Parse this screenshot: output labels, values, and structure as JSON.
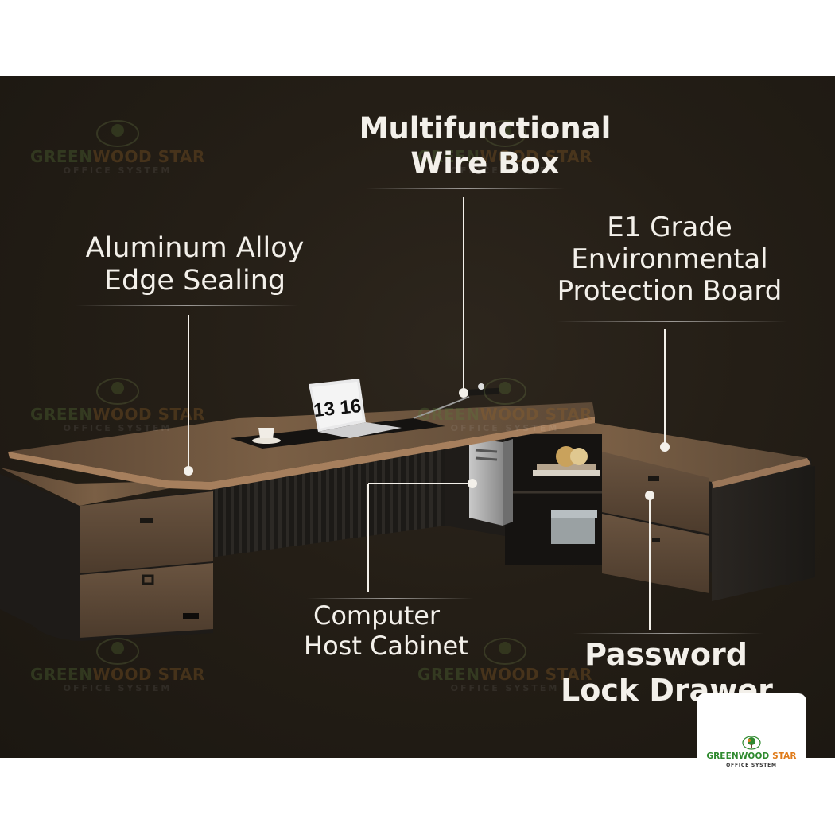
{
  "watermark": {
    "brand_green": "GREEN",
    "brand_rest": "WOOD STAR",
    "subtitle": "OFFICE SYSTEM",
    "tree_icon": "tree-icon"
  },
  "callouts": {
    "wire_box": {
      "line1": "Multifunctional",
      "line2": "Wire Box"
    },
    "edge": {
      "line1": "Aluminum Alloy",
      "line2": "Edge Sealing"
    },
    "board": {
      "line1": "E1 Grade",
      "line2": "Environmental",
      "line3": "Protection Board"
    },
    "host": {
      "line1": "Computer",
      "line2": "Host Cabinet"
    },
    "lock": {
      "line1": "Password",
      "line2": "Lock Drawer"
    }
  },
  "laptop_clock": "13 16",
  "logo": {
    "brand_green": "GREENWOOD",
    "brand_orange": "STAR",
    "subtitle": "OFFICE SYSTEM",
    "colors": {
      "green": "#2f8a2f",
      "orange": "#e07b1a"
    }
  }
}
